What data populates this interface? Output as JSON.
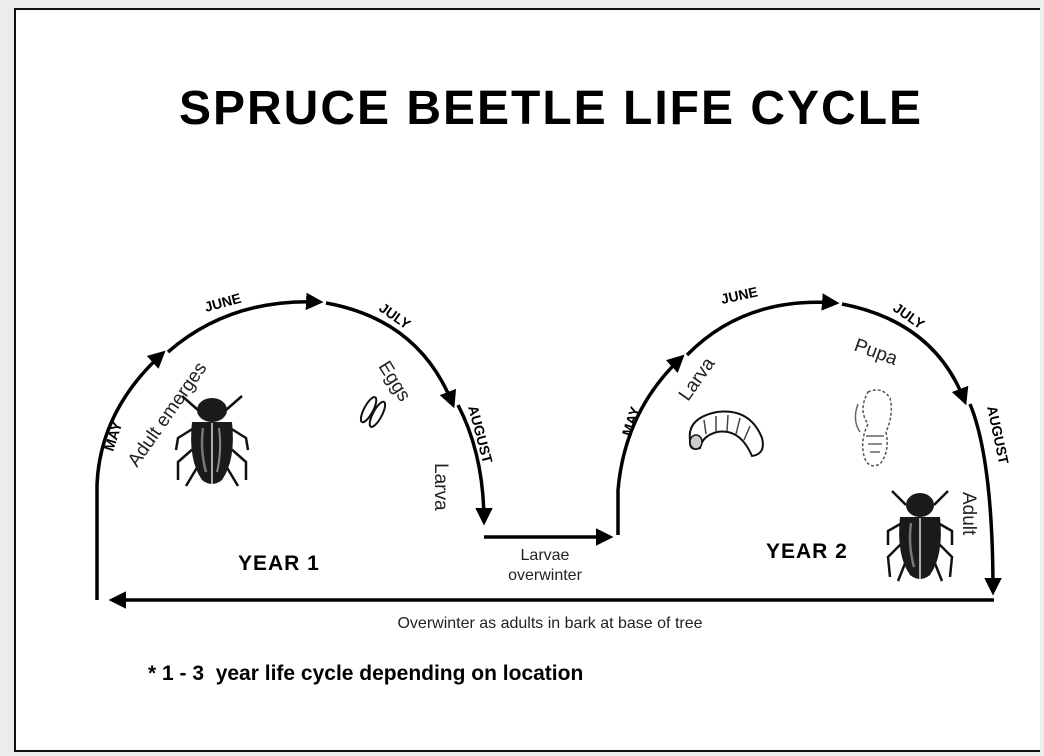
{
  "title": "SPRUCE BEETLE LIFE CYCLE",
  "year1": {
    "label": "YEAR 1",
    "months": {
      "may": "MAY",
      "june": "JUNE",
      "july": "JULY",
      "august": "AUGUST"
    },
    "stages": {
      "adult_emerges": "Adult emerges",
      "eggs": "Eggs",
      "larva": "Larva"
    }
  },
  "year2": {
    "label": "YEAR 2",
    "months": {
      "may": "MAY",
      "june": "JUNE",
      "july": "JULY",
      "august": "AUGUST"
    },
    "stages": {
      "larva": "Larva",
      "pupa": "Pupa",
      "adult": "Adult"
    }
  },
  "larvae_overwinter": {
    "line1": "Larvae",
    "line2": "overwinter"
  },
  "overwinter_adults": "Overwinter as adults in bark at base of tree",
  "footnote": "* 1 - 3  year life cycle depending on location",
  "icons": [
    "beetle-icon",
    "eggs-icon",
    "larva-icon",
    "pupa-icon"
  ]
}
